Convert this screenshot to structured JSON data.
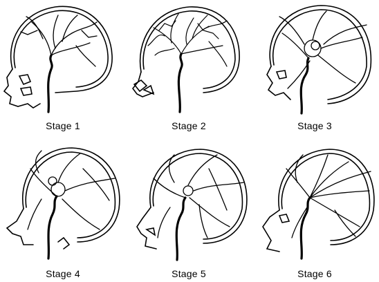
{
  "figure": {
    "stages": [
      {
        "label": "Stage 1",
        "description_icon": "angiogram-head-lateral"
      },
      {
        "label": "Stage 2",
        "description_icon": "angiogram-head-lateral"
      },
      {
        "label": "Stage 3",
        "description_icon": "angiogram-head-lateral"
      },
      {
        "label": "Stage 4",
        "description_icon": "angiogram-head-lateral"
      },
      {
        "label": "Stage 5",
        "description_icon": "angiogram-head-lateral"
      },
      {
        "label": "Stage 6",
        "description_icon": "angiogram-head-lateral"
      }
    ]
  },
  "colors": {
    "ink": "#000000",
    "background": "#ffffff"
  }
}
